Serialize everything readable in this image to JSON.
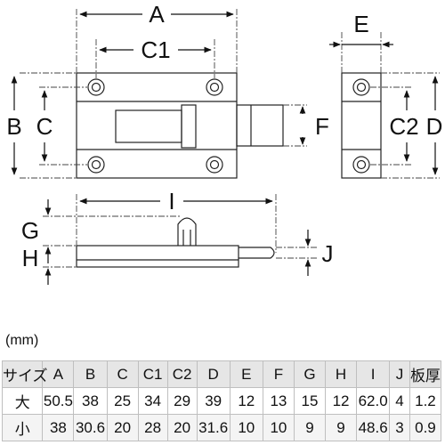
{
  "dimension_labels": {
    "A": "A",
    "C1": "C1",
    "B": "B",
    "C": "C",
    "F": "F",
    "E": "E",
    "C2": "C2",
    "D": "D",
    "I": "I",
    "G": "G",
    "H": "H",
    "J": "J"
  },
  "unit_label": "(mm)",
  "spec_table": {
    "header": [
      "サイズ",
      "A",
      "B",
      "C",
      "C1",
      "C2",
      "D",
      "E",
      "F",
      "G",
      "H",
      "I",
      "J",
      "板厚"
    ],
    "rows": [
      [
        "大",
        "50.5",
        "38",
        "25",
        "34",
        "29",
        "39",
        "12",
        "13",
        "15",
        "12",
        "62.0",
        "4",
        "1.2"
      ],
      [
        "小",
        "38",
        "30.6",
        "20",
        "28",
        "20",
        "31.6",
        "10",
        "10",
        "9",
        "9",
        "48.6",
        "3",
        "0.9"
      ]
    ]
  }
}
